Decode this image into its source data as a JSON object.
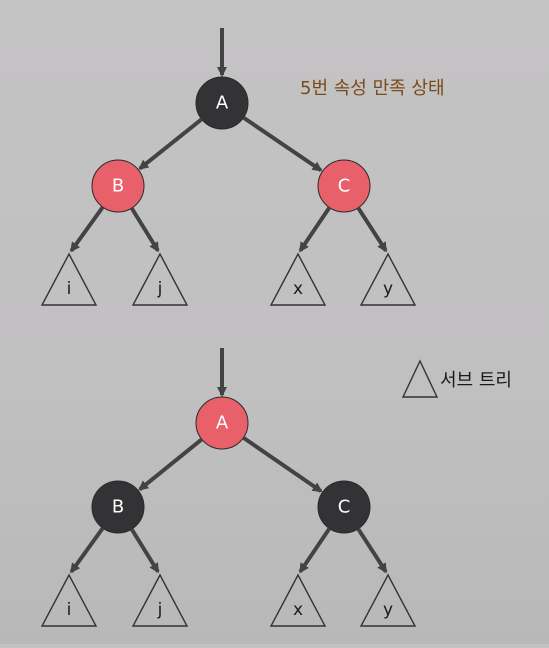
{
  "colors": {
    "background": "#c2c1c2",
    "black_node": "#333235",
    "red_node": "#e8606a",
    "edge": "#434344",
    "annotation": "#7a4a1a"
  },
  "annotation": "5번 속성 만족 상태",
  "legend": {
    "icon": "triangle-icon",
    "label": "서브 트리"
  },
  "trees": [
    {
      "nodes": [
        {
          "id": "A",
          "label": "A",
          "color": "black"
        },
        {
          "id": "B",
          "label": "B",
          "color": "red"
        },
        {
          "id": "C",
          "label": "C",
          "color": "red"
        }
      ],
      "subtrees": [
        "i",
        "j",
        "x",
        "y"
      ]
    },
    {
      "nodes": [
        {
          "id": "A",
          "label": "A",
          "color": "red"
        },
        {
          "id": "B",
          "label": "B",
          "color": "black"
        },
        {
          "id": "C",
          "label": "C",
          "color": "black"
        }
      ],
      "subtrees": [
        "i",
        "j",
        "x",
        "y"
      ]
    }
  ]
}
